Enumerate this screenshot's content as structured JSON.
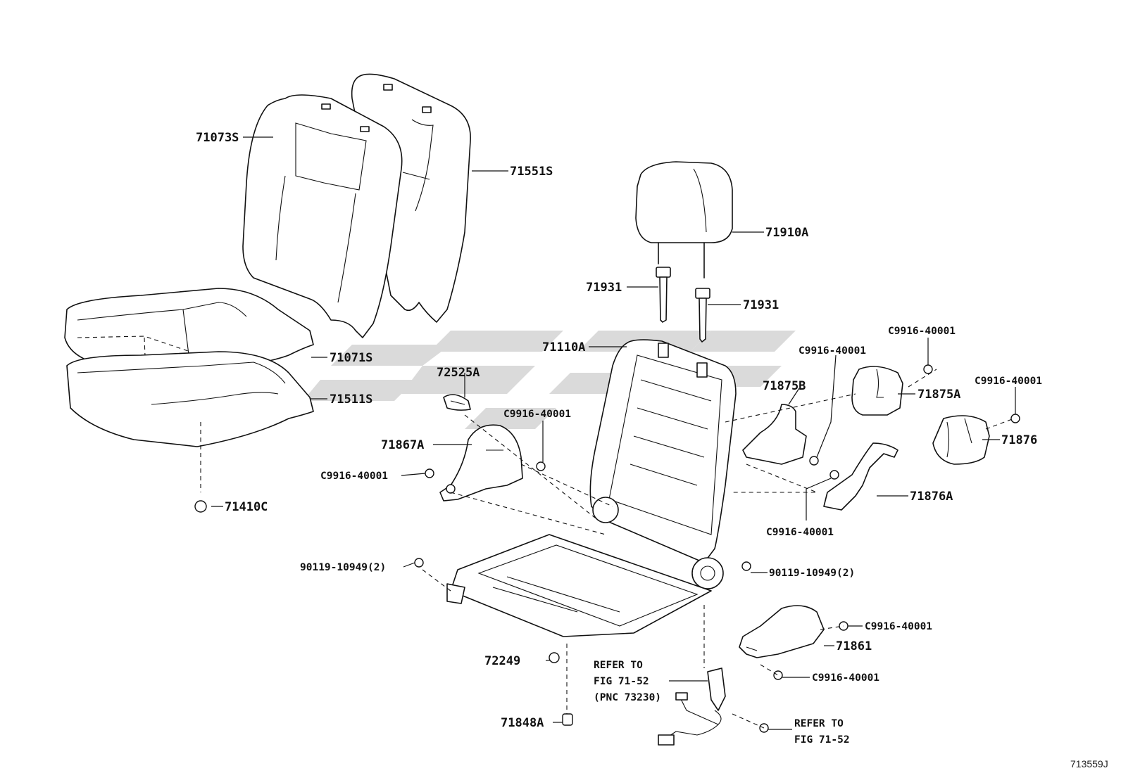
{
  "figure_id": "713559J",
  "watermark_color": "#cfcfcf",
  "line_color": "#111111",
  "parts": {
    "p71073S": "71073S",
    "p71551S": "71551S",
    "p71910A": "71910A",
    "p71931_left": "71931",
    "p71931_right": "71931",
    "p71110A": "71110A",
    "p71071S": "71071S",
    "p71511S": "71511S",
    "p72525A": "72525A",
    "p71867A": "71867A",
    "p71410C": "71410C",
    "p71875B": "71875B",
    "p71875A": "71875A",
    "p71876": "71876",
    "p71876A": "71876A",
    "p71861": "71861",
    "p72249": "72249",
    "p71848A": "71848A",
    "bolt_left": "90119-10949(2)",
    "bolt_right": "90119-10949(2)",
    "c9916_a": "C9916-40001",
    "c9916_b": "C9916-40001",
    "c9916_c": "C9916-40001",
    "c9916_d": "C9916-40001",
    "c9916_e": "C9916-40001",
    "c9916_f": "C9916-40001",
    "c9916_g": "C9916-40001",
    "c9916_h": "C9916-40001"
  },
  "refs": {
    "ref1_line1": "REFER TO",
    "ref1_line2": "FIG 71-52",
    "ref1_line3": "(PNC 73230)",
    "ref2_line1": "REFER TO",
    "ref2_line2": "FIG 71-52"
  }
}
